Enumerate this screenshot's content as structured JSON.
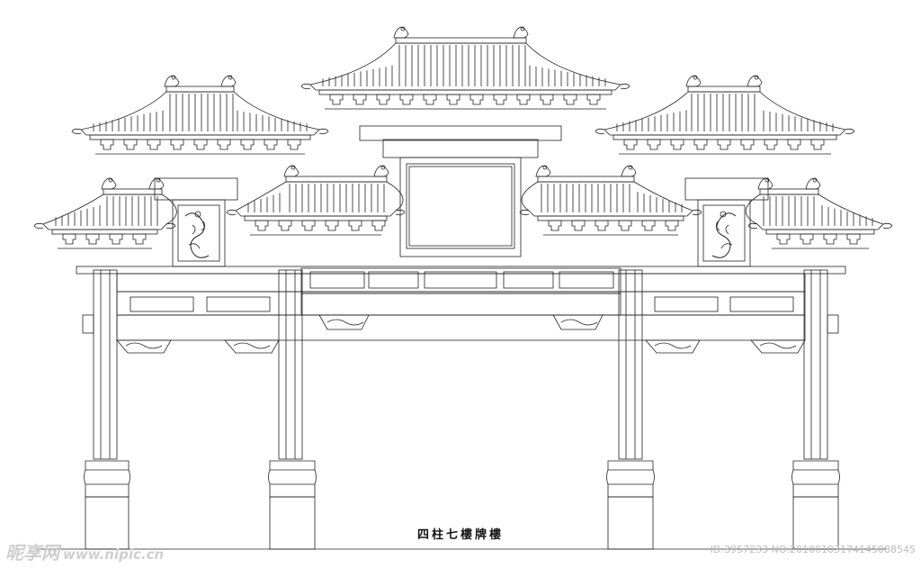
{
  "caption": "四柱七樓牌樓",
  "watermark": {
    "brand": "昵享网",
    "url": "www.nipic.cn",
    "id_text": "ID:3957233 NO:20100103174145088545"
  },
  "style": {
    "line_color": "#222222",
    "background": "#ffffff",
    "watermark_color": "#cccccc"
  }
}
